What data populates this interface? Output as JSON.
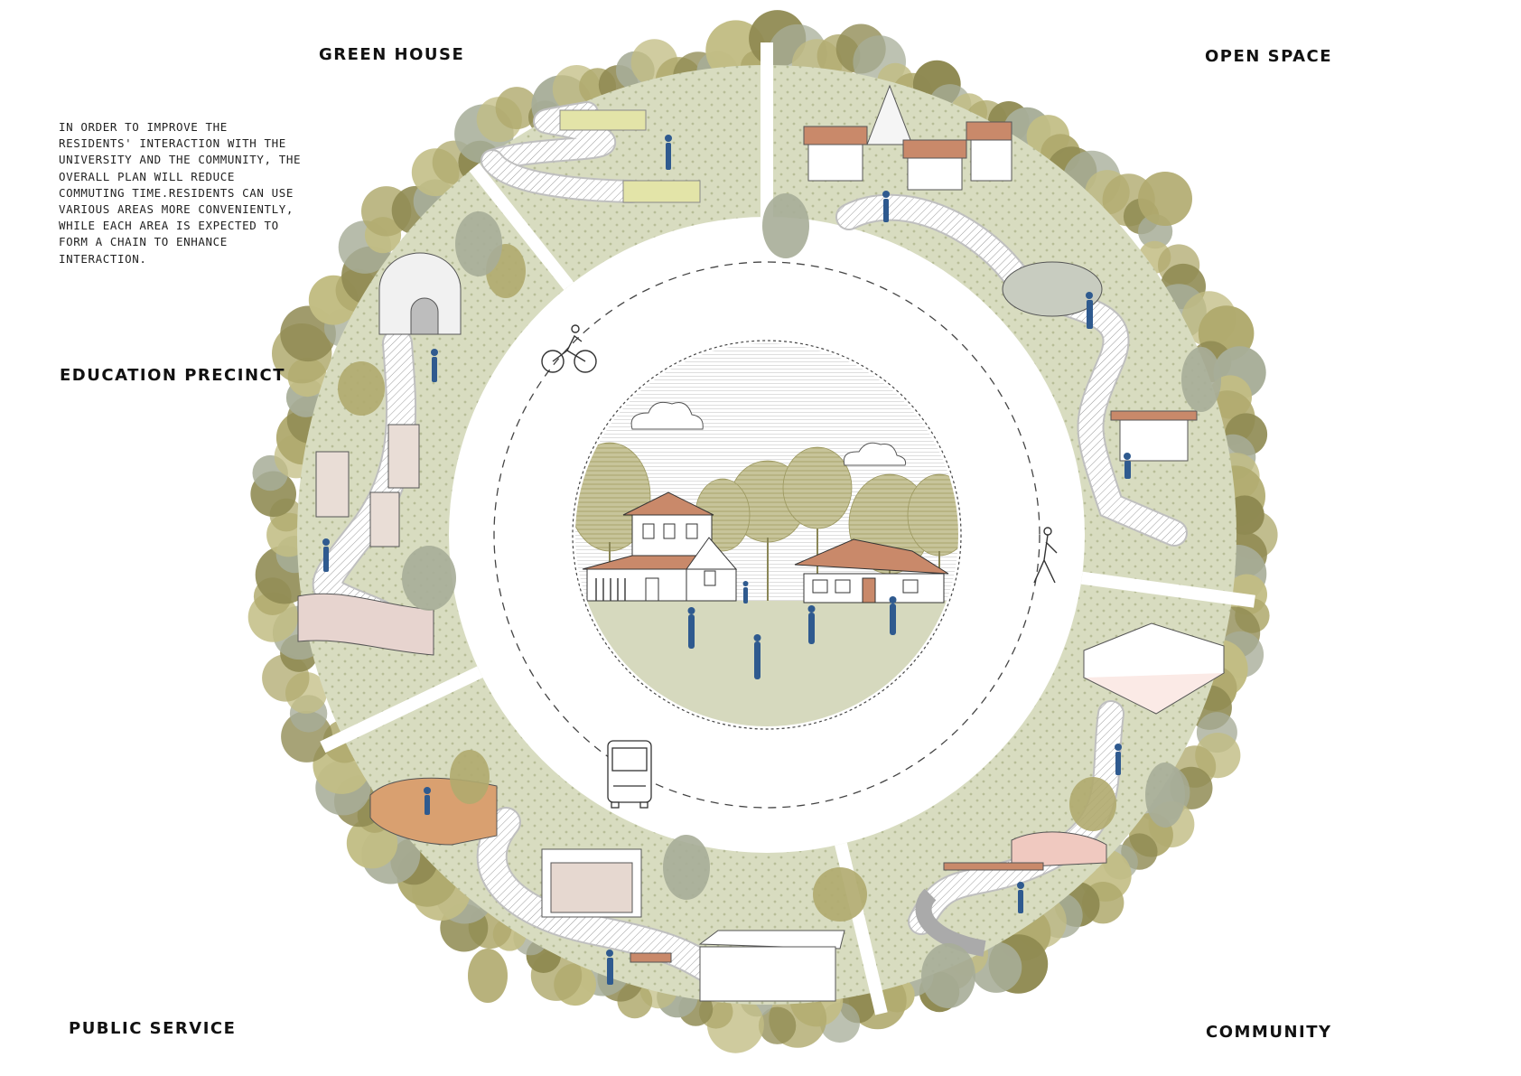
{
  "labels": {
    "green_house": "GREEN HOUSE",
    "open_space": "OPEN SPACE",
    "education_precinct": "EDUCATION PRECINCT",
    "public_service": "PUBLIC SERVICE",
    "community": "COMMUNITY"
  },
  "description": "IN ORDER TO IMPROVE THE RESIDENTS' INTERACTION WITH THE UNIVERSITY AND THE COMMUNITY, THE OVERALL PLAN WILL REDUCE COMMUTING TIME.RESIDENTS CAN USE VARIOUS AREAS MORE CONVENIENTLY, WHILE EACH AREA IS EXPECTED TO FORM A CHAIN TO ENHANCE INTERACTION.",
  "colors": {
    "lawn": "#d8dcc0",
    "tree_canopy": "#b0aa6e",
    "tree_dark": "#8f8a52",
    "tree_grey": "#a7ad98",
    "roof": "#c9896a",
    "figure_blue": "#2f5a8f",
    "line": "#333333"
  },
  "icons": [
    "cyclist-icon",
    "pedestrian-icon",
    "bus-icon",
    "cloud-icon"
  ]
}
